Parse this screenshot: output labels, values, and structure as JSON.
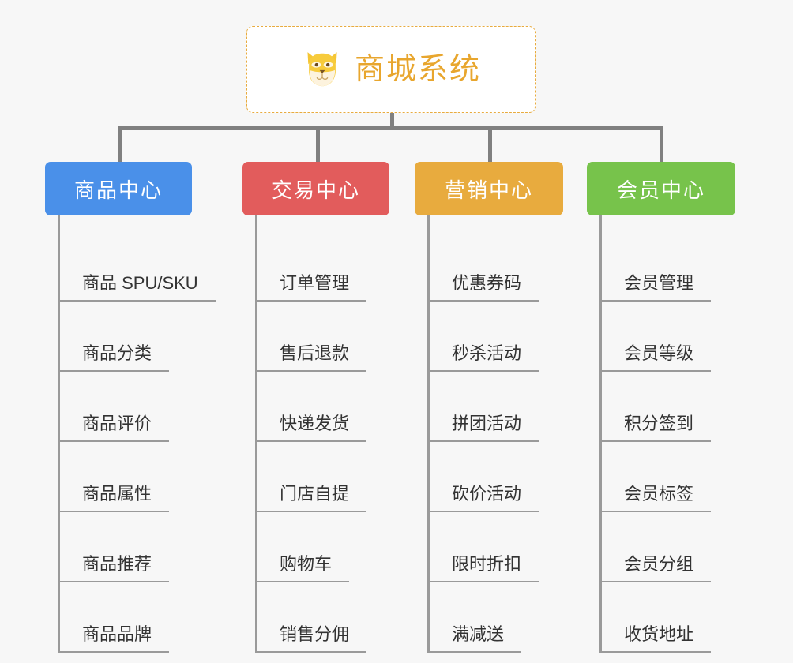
{
  "background_color": "#f7f7f7",
  "root": {
    "title": "商城系统",
    "icon": "shiba-dog-face-icon",
    "text_color": "#e8a62e",
    "border_color": "#e8ab3e",
    "background_color": "#ffffff"
  },
  "connector_color": "#808080",
  "columns": [
    {
      "title": "商品中心",
      "color": "#4a90e9",
      "items": [
        "商品 SPU/SKU",
        "商品分类",
        "商品评价",
        "商品属性",
        "商品推荐",
        "商品品牌"
      ]
    },
    {
      "title": "交易中心",
      "color": "#e25c5c",
      "items": [
        "订单管理",
        "售后退款",
        "快递发货",
        "门店自提",
        "购物车",
        "销售分佣"
      ]
    },
    {
      "title": "营销中心",
      "color": "#e8ab3e",
      "items": [
        "优惠券码",
        "秒杀活动",
        "拼团活动",
        "砍价活动",
        "限时折扣",
        "满减送"
      ]
    },
    {
      "title": "会员中心",
      "color": "#77c34b",
      "items": [
        "会员管理",
        "会员等级",
        "积分签到",
        "会员标签",
        "会员分组",
        "收货地址"
      ]
    }
  ]
}
